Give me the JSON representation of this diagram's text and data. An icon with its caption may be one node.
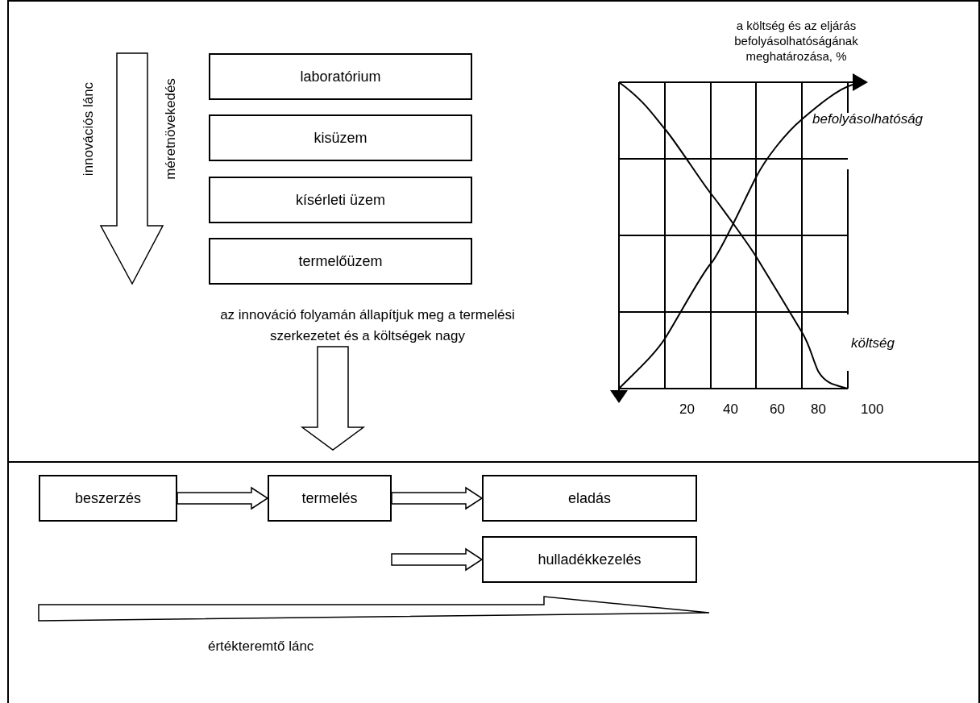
{
  "diagram": {
    "nodes": [
      {
        "text": [
          "laboratórium"
        ]
      },
      {
        "text": [
          "kisüzem"
        ]
      },
      {
        "text": [
          "kísérleti üzem"
        ]
      },
      {
        "text": [
          "termelőüzem"
        ]
      },
      {
        "text": [
          "beszerzés"
        ]
      },
      {
        "text": [
          "termelés"
        ]
      },
      {
        "text": [
          "eladás"
        ]
      },
      {
        "text": [
          "hulladékkezelés"
        ]
      },
      {
        "text": [
          "az innováció folyamán állapítjuk meg a termelési szerkezetet és a költségek nagy"
        ]
      }
    ],
    "edges": [
      {
        "from": 4,
        "to": 5,
        "arrow": "to"
      },
      {
        "from": 5,
        "to": 6,
        "arrow": "to"
      },
      {
        "from": 5,
        "to": 7,
        "arrow": "to"
      },
      {
        "from": 8,
        "to": null,
        "arrow": "to"
      }
    ],
    "labels": [
      "a költség és az eljárás befolyásolhatóságának meghatározása, %",
      "innovációs lánc",
      "méretnövekedés",
      "befolyásolhatóság",
      "költség",
      "20",
      "40",
      "60",
      "80",
      "100",
      "értékteremtő lánc"
    ]
  }
}
